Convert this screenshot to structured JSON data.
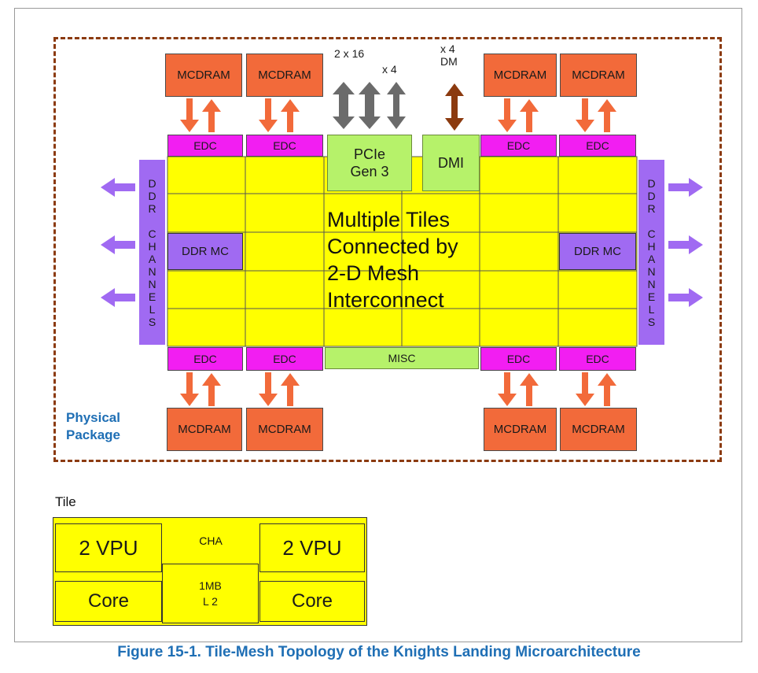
{
  "package": {
    "label_line1": "Physical",
    "label_line2": "Package"
  },
  "blocks": {
    "mcdram": "MCDRAM",
    "edc": "EDC",
    "pcie_line1": "PCIe",
    "pcie_line2": "Gen 3",
    "dmi": "DMI",
    "ddr_mc": "DDR MC",
    "misc": "MISC",
    "ddr_channels_letters": [
      "D",
      "D",
      "R",
      "",
      "C",
      "H",
      "A",
      "N",
      "N",
      "E",
      "L",
      "S"
    ]
  },
  "io_labels": {
    "x16": "2 x 16",
    "x4": "x 4",
    "dmi_x4": "x 4",
    "dmi_dm": "DM"
  },
  "mesh_text": [
    "Multiple Tiles",
    "Connected by",
    "2-D Mesh",
    "Interconnect"
  ],
  "tile": {
    "title": "Tile",
    "vpu": "2 VPU",
    "cha": "CHA",
    "l2_line1": "1MB",
    "l2_line2": "L 2",
    "core": "Core"
  },
  "caption": "Figure 15-1.  Tile-Mesh Topology of the Knights Landing Microarchitecture",
  "colors": {
    "mcdram": "#f26a3a",
    "edc": "#f21ef2",
    "tile": "#ffff00",
    "io": "#b6f26a",
    "ddr": "#a06af2",
    "package_border": "#8b3a0f",
    "caption": "#1f6fb5"
  }
}
